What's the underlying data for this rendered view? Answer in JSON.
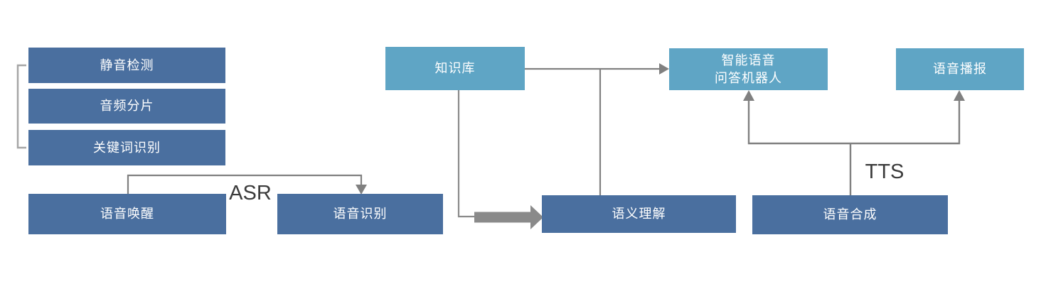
{
  "diagram_title": "voice-ai-pipeline-flowchart",
  "colors": {
    "dark_box": "#4A6F9F",
    "light_box": "#5FA5C5",
    "line_gray": "#808080",
    "bracket_gray": "#A6A6A6",
    "thick_arrow_gray": "#8A8A8A",
    "box_text": "#FFFFFF",
    "label_text": "#3B3B3B",
    "background": "#FFFFFF"
  },
  "nodes": {
    "silence_detection": {
      "label": "静音检测"
    },
    "audio_slicing": {
      "label": "音频分片"
    },
    "keyword_recognition": {
      "label": "关键词识别"
    },
    "voice_wakeup": {
      "label": "语音唤醒"
    },
    "speech_recognition": {
      "label": "语音识别"
    },
    "knowledge_base": {
      "label": "知识库"
    },
    "semantic_understanding": {
      "label": "语义理解"
    },
    "qa_robot": {
      "label": "智能语音\n问答机器人"
    },
    "speech_synthesis": {
      "label": "语音合成"
    },
    "voice_broadcast": {
      "label": "语音播报"
    }
  },
  "labels": {
    "asr": "ASR",
    "tts": "TTS"
  },
  "edges": [
    {
      "from": "voice_wakeup",
      "to": "speech_recognition",
      "label": "ASR",
      "style": "thin-arrow"
    },
    {
      "from": "knowledge_base",
      "to": "qa_robot",
      "style": "thin-arrow"
    },
    {
      "from": "knowledge_base",
      "to": "semantic_understanding",
      "style": "thick-arrow"
    },
    {
      "from": "semantic_understanding",
      "to": "qa_robot",
      "style": "thin-line"
    },
    {
      "from": "speech_synthesis",
      "to": "qa_robot",
      "label": "TTS",
      "style": "thin-arrow"
    },
    {
      "from": "speech_synthesis",
      "to": "voice_broadcast",
      "label": "TTS",
      "style": "thin-arrow"
    },
    {
      "group": [
        "silence_detection",
        "audio_slicing",
        "keyword_recognition"
      ],
      "style": "left-bracket"
    }
  ]
}
